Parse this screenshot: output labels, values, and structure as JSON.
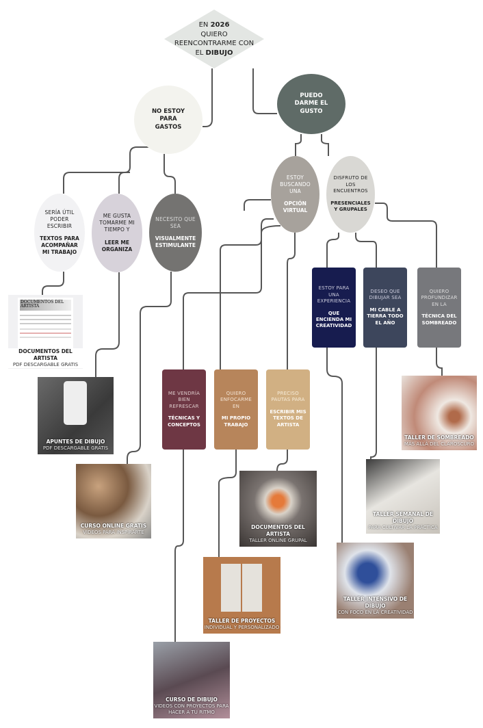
{
  "root": {
    "pre": "EN",
    "year": "2026",
    "line2": "QUIERO",
    "line3": "REENCONTRARME CON",
    "pre4": "EL",
    "bold4": "DIBUJO"
  },
  "branches": [
    {
      "text": "NO ESTOY PARA GASTOS",
      "color": "#f3f3ee"
    },
    {
      "text": "PUEDO DARME EL GUSTO",
      "color": "#5f6b67"
    }
  ],
  "nodes": {
    "textos": {
      "light": "SERÍA ÚTIL PODER ESCRIBIR",
      "bold": "TEXTOS PARA ACOMPAÑAR MI TRABAJO",
      "color": "#f2f2f4"
    },
    "leer": {
      "light": "ME GUSTA TOMARME MI TIEMPO Y",
      "bold": "LEER ME ORGANIZA",
      "color": "#d7d2da"
    },
    "visual": {
      "light": "NECESITO QUE SEA",
      "bold": "VISUALMENTE ESTIMULANTE",
      "color": "#747371"
    },
    "virtual": {
      "light": "ESTOY BUSCANDO UNA",
      "bold": "OPCIÓN VIRTUAL",
      "color": "#a7a29c"
    },
    "presencial": {
      "light": "DISFRUTO DE LOS ENCUENTROS",
      "bold": "PRESENCIALES Y GRUPALES",
      "color": "#d9d8d4"
    },
    "creatividad": {
      "light": "ESTOY PARA UNA EXPERIENCIA",
      "bold": "QUE ENCIENDA MI CREATIVIDAD",
      "color": "#171c4f"
    },
    "cable": {
      "light": "DESEO QUE DIBUJAR SEA",
      "bold": "MI CABLE A TIERRA TODO EL AÑO",
      "color": "#3d465c"
    },
    "sombreado": {
      "light": "QUIERO PROFUNDIZAR EN LA",
      "bold": "TÉCNICA DEL SOMBREADO",
      "color": "#77787c"
    },
    "tecnicas": {
      "light": "ME VENDRÍA BIEN REFRESCAR",
      "bold": "TÉCNICAS Y CONCEPTOS",
      "color": "#6e3744"
    },
    "propio": {
      "light": "QUIERO ENFOCARME EN",
      "bold": "MI PROPIO TRABAJO",
      "color": "#b7855b"
    },
    "escribir": {
      "light": "PRECISO PAUTAS PARA",
      "bold": "ESCRIBIR MIS TEXTOS DE ARTISTA",
      "color": "#d1b083"
    }
  },
  "resources": [
    {
      "title": "DOCUMENTOS DEL ARTISTA",
      "sub": "PDF DESCARGABLE GRATIS",
      "doc_heading": "DOCUMENTOS DEL ARTISTA"
    },
    {
      "title": "APUNTES DE DIBUJO",
      "sub": "PDF DESCARGABLE GRATIS"
    },
    {
      "title": "CURSO ONLINE GRATIS",
      "sub": "VIDEOS PARA INSPIRARTE"
    },
    {
      "title": "CURSO DE DIBUJO",
      "sub": "VIDEOS CON PROYECTOS PARA HACER A TU RITMO"
    },
    {
      "title": "TALLER DE PROYECTOS",
      "sub": "INDIVIDUAL Y PERSONALIZADO"
    },
    {
      "title": "DOCUMENTOS DEL ARTISTA",
      "sub": "TALLER ONLINE GRUPAL"
    },
    {
      "title": "TALLER INTENSIVO DE DIBUJO",
      "sub": "CON FOCO EN LA CREATIVIDAD"
    },
    {
      "title": "TALLER SEMANAL DE DIBUJO",
      "sub": "PARA CULTIVAR LA PRÁCTICA"
    },
    {
      "title": "TALLER DE SOMBREADO",
      "sub": "MÁS ALLÁ DEL CLAROSCURO"
    }
  ]
}
